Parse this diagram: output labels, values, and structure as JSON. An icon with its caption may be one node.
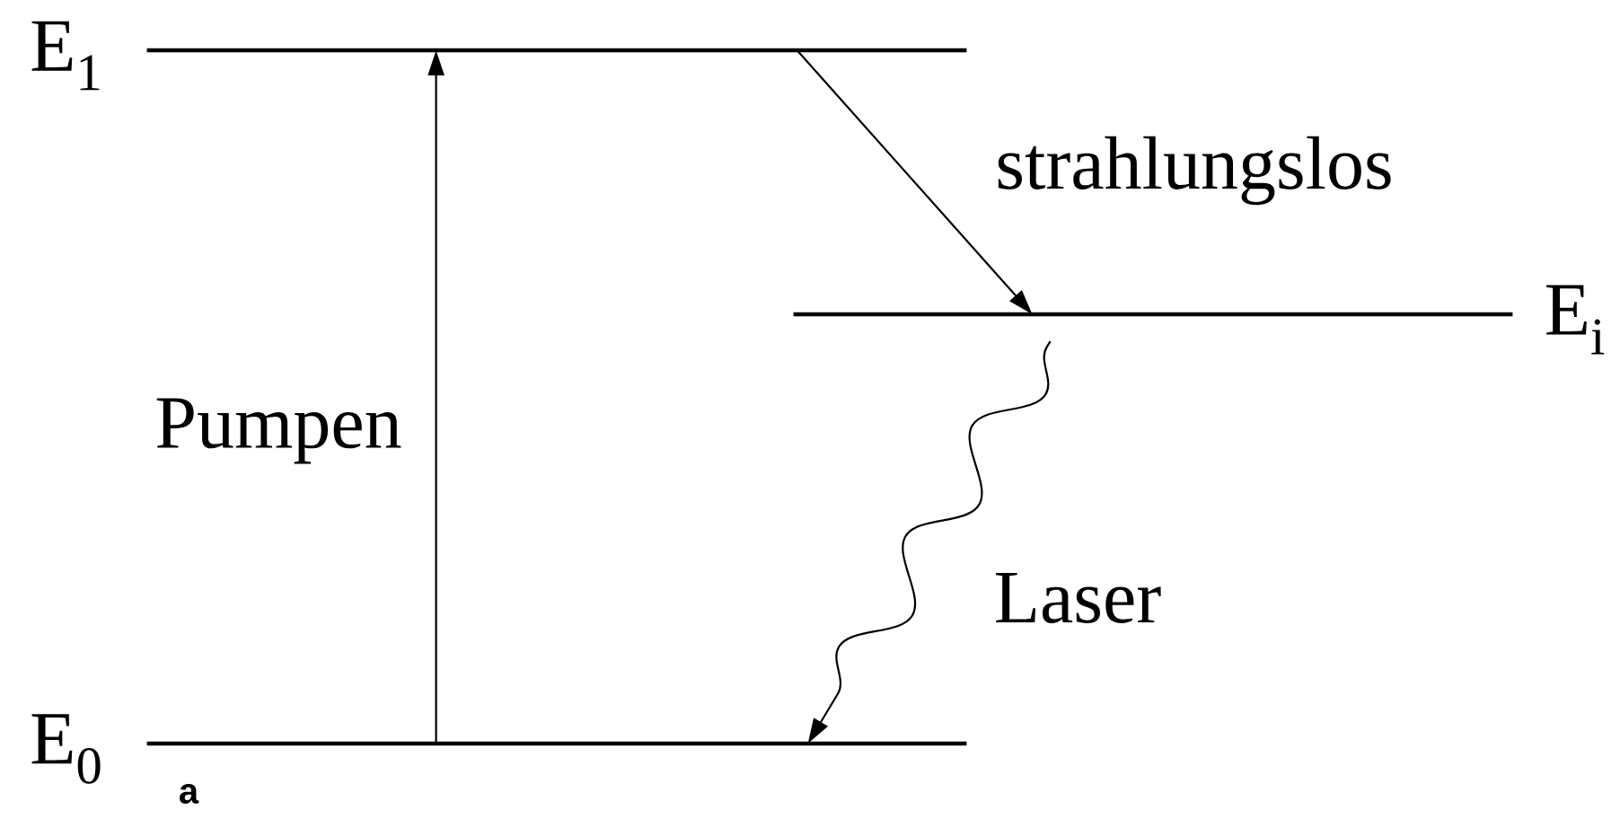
{
  "diagram": {
    "nodes": [
      {
        "text": [
          "E$_{1}$"
        ]
      },
      {
        "text": [
          "E$_{i}$"
        ]
      },
      {
        "text": [
          "E$_{0}$"
        ]
      }
    ],
    "edges": [
      {
        "from": 2,
        "to": 0,
        "arrow": "to",
        "label": "Pumpen"
      },
      {
        "from": 0,
        "to": 1,
        "arrow": "to",
        "label": "strahlungslos"
      },
      {
        "from": 1,
        "to": 2,
        "arrow": "to",
        "label": "Laser"
      }
    ],
    "labels": [
      "a"
    ]
  }
}
